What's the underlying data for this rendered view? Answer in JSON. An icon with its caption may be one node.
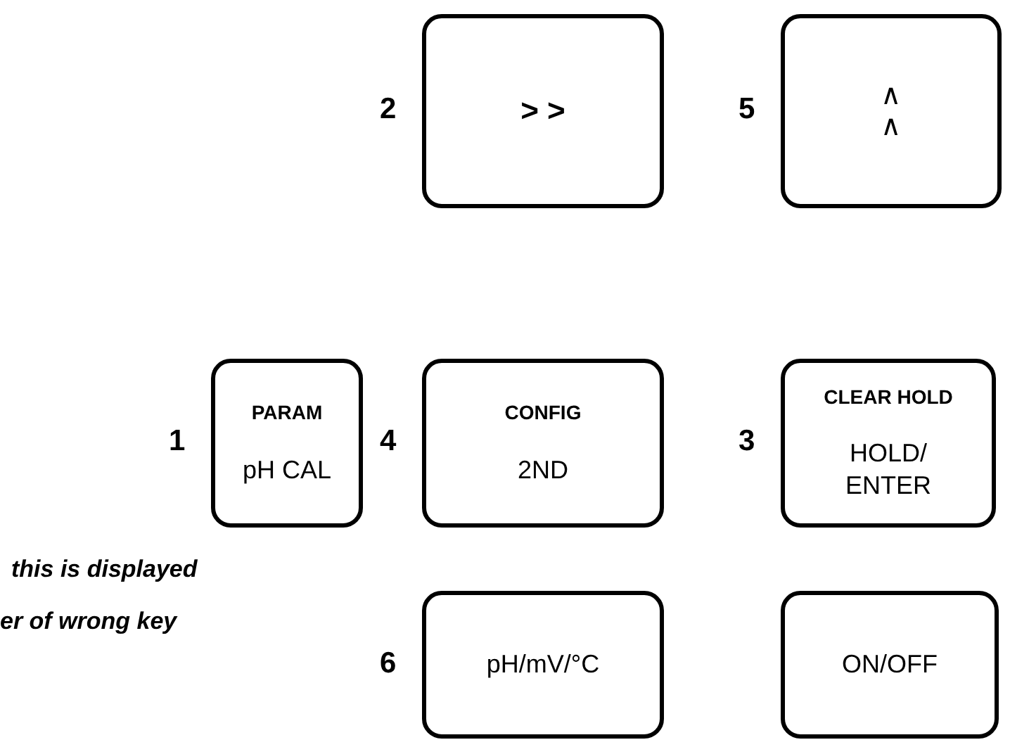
{
  "diagram": {
    "nodes": [
      {
        "text": [
          "> >"
        ],
        "beside": [
          "2"
        ]
      },
      {
        "text": [
          "∧ ∧"
        ],
        "beside": [
          "5"
        ]
      },
      {
        "text": [
          "PARAM",
          "pH CAL"
        ],
        "beside": [
          "1"
        ]
      },
      {
        "text": [
          "CONFIG",
          "2ND"
        ],
        "beside": [
          "4"
        ]
      },
      {
        "text": [
          "CLEAR HOLD",
          "HOLD/ ENTER"
        ],
        "beside": [
          "3"
        ]
      },
      {
        "text": [
          "pH/mV/°C"
        ],
        "beside": [
          "6"
        ]
      },
      {
        "text": [
          "ON/OFF"
        ]
      }
    ],
    "labels": [
      "this is displayed",
      "er of wrong key"
    ]
  }
}
